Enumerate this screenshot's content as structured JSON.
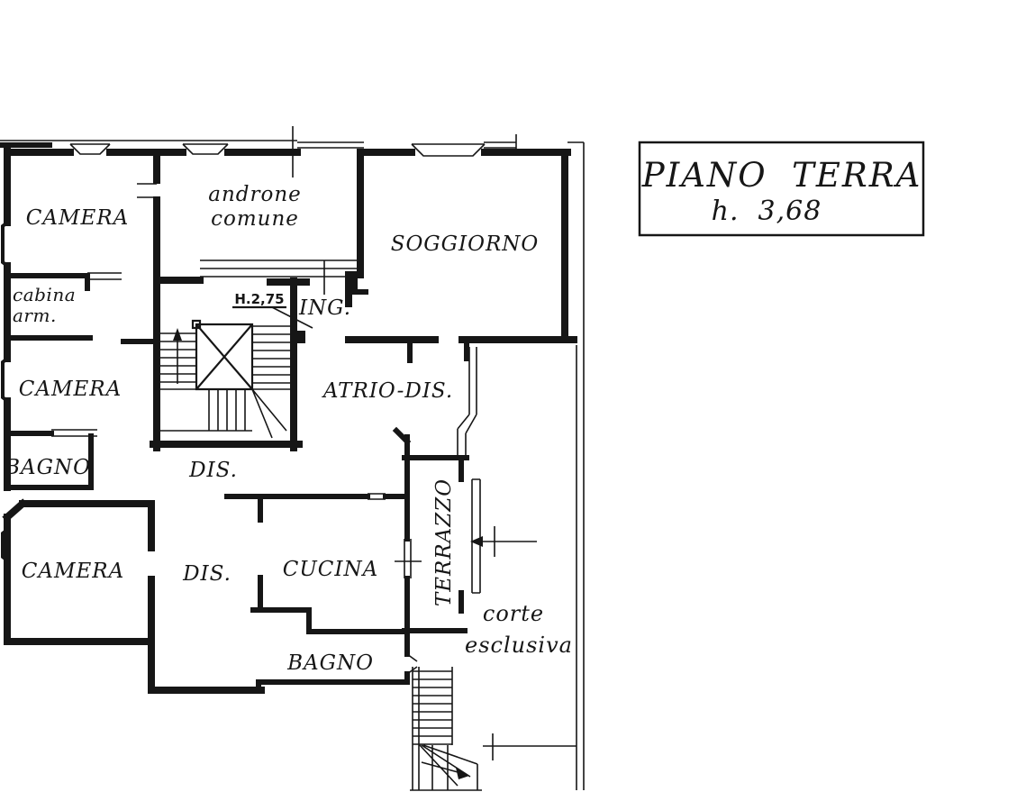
{
  "title_block": {
    "floor_name": "PIANO  TERRA",
    "height_label": "h.  3,68"
  },
  "room_labels": {
    "camera_top": "CAMERA",
    "androne_line1": "androne",
    "androne_line2": "comune",
    "soggiorno": "SOGGIORNO",
    "cabina_line1": "cabina",
    "cabina_line2": "arm.",
    "height_annotation": "H.2,75",
    "ingresso": "ING.",
    "camera_mid": "CAMERA",
    "atrio": "ATRIO-DIS.",
    "bagno_left": "BAGNO",
    "dis_center": "DIS.",
    "camera_bottom": "CAMERA",
    "dis_bottom": "DIS.",
    "cucina": "CUCINA",
    "terrazzo": "TERRAZZO",
    "corte_line1": "corte",
    "corte_line2": "esclusiva",
    "bagno_bottom": "BAGNO"
  },
  "colors": {
    "ink": "#161616",
    "background": "#ffffff"
  }
}
